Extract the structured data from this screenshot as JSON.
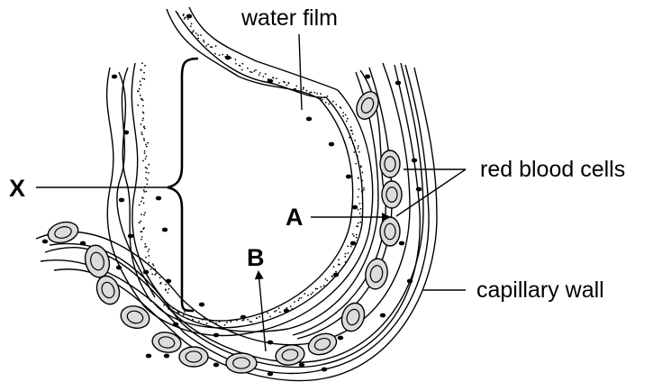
{
  "labels": {
    "water_film": "water film",
    "red_blood_cells": "red blood cells",
    "capillary_wall": "capillary wall",
    "x": "X",
    "a": "A",
    "b": "B"
  },
  "colors": {
    "ink": "#000000",
    "paper": "#ffffff",
    "cell_fill": "#dcdcdc"
  }
}
